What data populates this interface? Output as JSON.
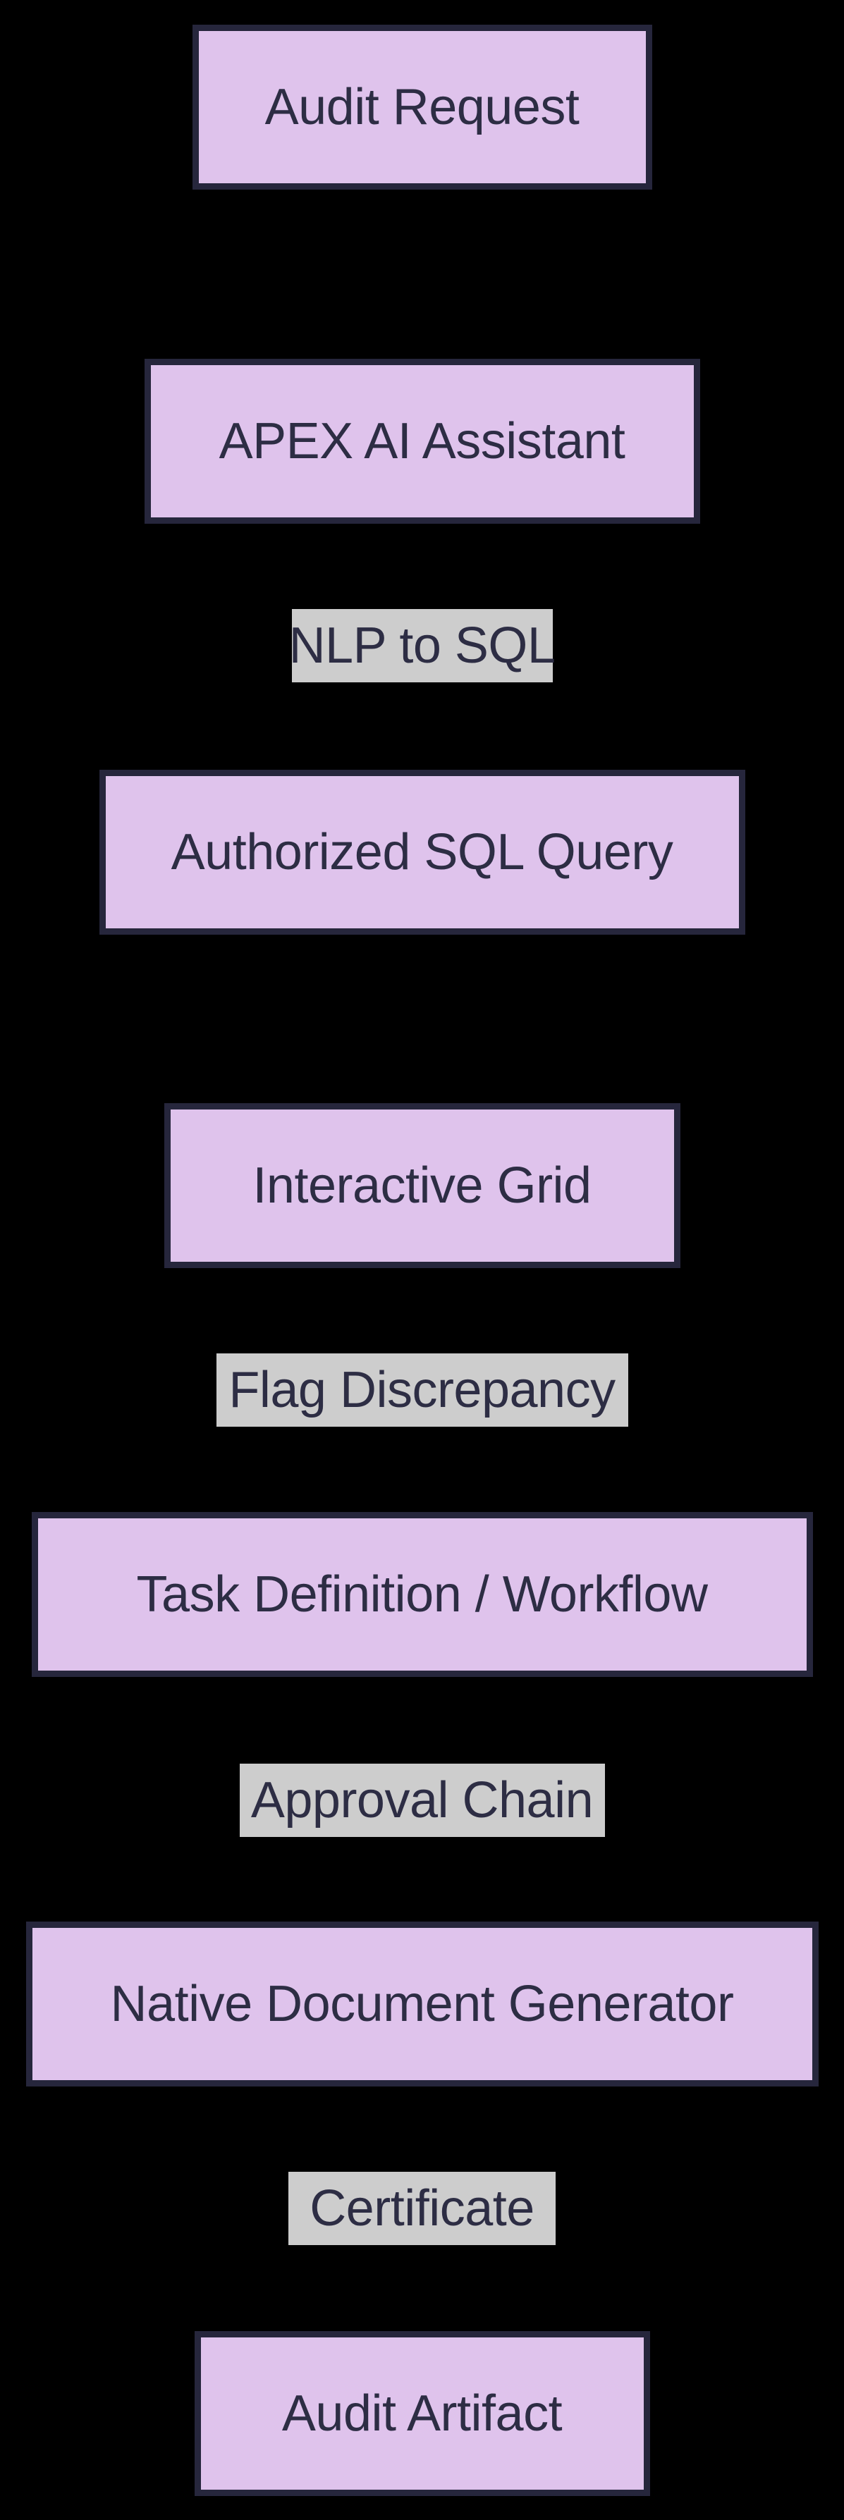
{
  "diagram": {
    "type": "flowchart-vertical",
    "background_color": "#000000",
    "node_fill_color": "#dfc3ec",
    "node_border_color": "#26263c",
    "node_text_color": "#2d2d44",
    "edge_label_background_color": "#cdcdcd",
    "edge_label_text_color": "#2d2d44",
    "flow": [
      {
        "kind": "node",
        "label": "Audit Request"
      },
      {
        "kind": "node",
        "label": "APEX AI Assistant"
      },
      {
        "kind": "edge_label",
        "label": "NLP to SQL"
      },
      {
        "kind": "node",
        "label": "Authorized SQL Query"
      },
      {
        "kind": "node",
        "label": "Interactive Grid"
      },
      {
        "kind": "edge_label",
        "label": "Flag Discrepancy"
      },
      {
        "kind": "node",
        "label": "Task Definition / Workflow"
      },
      {
        "kind": "edge_label",
        "label": "Approval Chain"
      },
      {
        "kind": "node",
        "label": "Native Document Generator"
      },
      {
        "kind": "edge_label",
        "label": "Certificate"
      },
      {
        "kind": "node",
        "label": "Audit Artifact"
      }
    ],
    "edges": [
      {
        "from": "Audit Request",
        "to": "APEX AI Assistant",
        "label": ""
      },
      {
        "from": "APEX AI Assistant",
        "to": "Authorized SQL Query",
        "label": "NLP to SQL"
      },
      {
        "from": "Authorized SQL Query",
        "to": "Interactive Grid",
        "label": ""
      },
      {
        "from": "Interactive Grid",
        "to": "Task Definition / Workflow",
        "label": "Flag Discrepancy"
      },
      {
        "from": "Task Definition / Workflow",
        "to": "Native Document Generator",
        "label": "Approval Chain"
      },
      {
        "from": "Native Document Generator",
        "to": "Audit Artifact",
        "label": "Certificate"
      }
    ]
  }
}
